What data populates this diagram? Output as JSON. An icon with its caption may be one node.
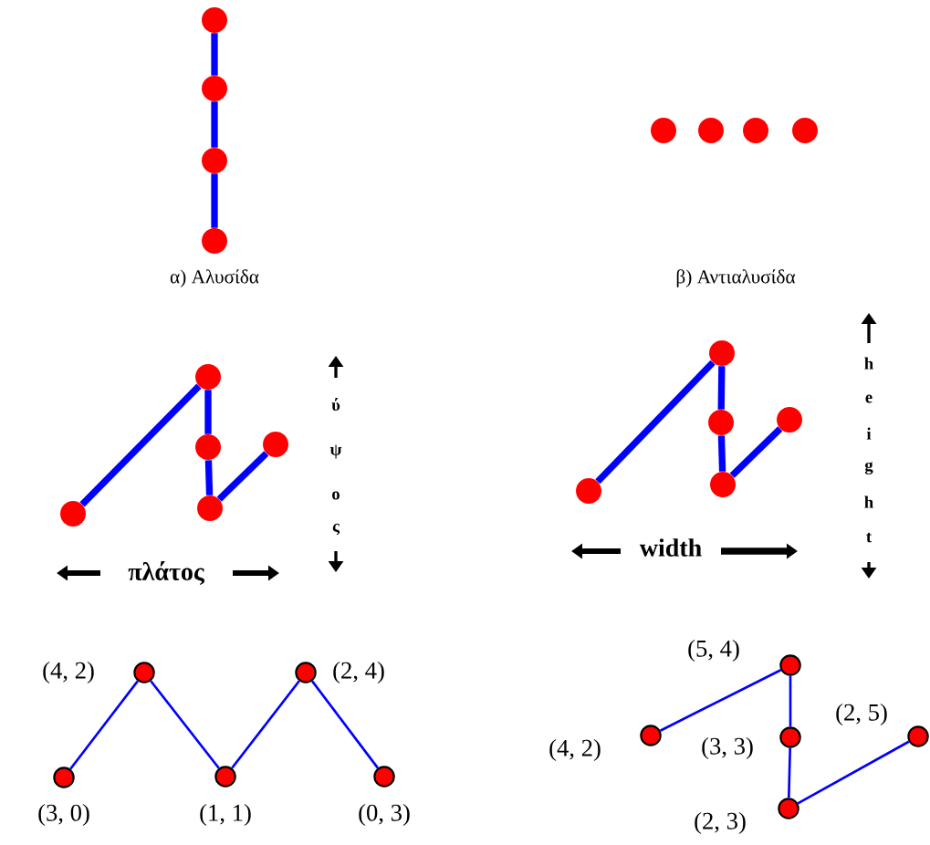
{
  "diagram": {
    "nodes": [
      {
        "text": [],
        "shape": "circle"
      },
      {
        "text": [],
        "shape": "circle"
      },
      {
        "text": [],
        "shape": "circle"
      },
      {
        "text": [],
        "shape": "circle"
      },
      {
        "text": [],
        "shape": "circle"
      },
      {
        "text": [],
        "shape": "circle"
      },
      {
        "text": [],
        "shape": "circle"
      },
      {
        "text": [],
        "shape": "circle"
      },
      {
        "text": [],
        "shape": "circle"
      },
      {
        "text": [],
        "shape": "circle"
      },
      {
        "text": [],
        "shape": "circle"
      },
      {
        "text": [],
        "shape": "circle"
      },
      {
        "text": [],
        "shape": "circle"
      },
      {
        "text": [],
        "shape": "circle"
      },
      {
        "text": [],
        "shape": "circle"
      },
      {
        "text": [],
        "shape": "circle"
      },
      {
        "text": [],
        "shape": "circle"
      },
      {
        "text": [],
        "shape": "circle"
      },
      {
        "text": [],
        "shape": "circle",
        "beside": [
          "(3, 0)"
        ]
      },
      {
        "text": [],
        "shape": "circle",
        "beside": [
          "(4, 2)"
        ]
      },
      {
        "text": [],
        "shape": "circle",
        "beside": [
          "(1, 1)"
        ]
      },
      {
        "text": [],
        "shape": "circle",
        "beside": [
          "(2, 4)"
        ]
      },
      {
        "text": [],
        "shape": "circle",
        "beside": [
          "(0, 3)"
        ]
      },
      {
        "text": [],
        "shape": "circle",
        "beside": [
          "(4, 2)"
        ]
      },
      {
        "text": [],
        "shape": "circle",
        "beside": [
          "(5, 4)"
        ]
      },
      {
        "text": [],
        "shape": "circle",
        "beside": [
          "(3, 3)"
        ]
      },
      {
        "text": [],
        "shape": "circle",
        "beside": [
          "(2, 3)"
        ]
      },
      {
        "text": [],
        "shape": "circle",
        "beside": [
          "(2, 5)"
        ]
      }
    ],
    "edges": [
      {
        "from": 0,
        "to": 1,
        "arrow": "none"
      },
      {
        "from": 1,
        "to": 2,
        "arrow": "none"
      },
      {
        "from": 2,
        "to": 3,
        "arrow": "none"
      },
      {
        "from": 8,
        "to": 9,
        "arrow": "none"
      },
      {
        "from": 9,
        "to": 10,
        "arrow": "none"
      },
      {
        "from": 10,
        "to": 11,
        "arrow": "none"
      },
      {
        "from": 11,
        "to": 12,
        "arrow": "none"
      },
      {
        "from": 13,
        "to": 14,
        "arrow": "none"
      },
      {
        "from": 14,
        "to": 15,
        "arrow": "none"
      },
      {
        "from": 15,
        "to": 16,
        "arrow": "none"
      },
      {
        "from": 16,
        "to": 17,
        "arrow": "none"
      },
      {
        "from": 18,
        "to": 19,
        "arrow": "none"
      },
      {
        "from": 19,
        "to": 20,
        "arrow": "none"
      },
      {
        "from": 20,
        "to": 21,
        "arrow": "none"
      },
      {
        "from": 21,
        "to": 22,
        "arrow": "none"
      },
      {
        "from": 23,
        "to": 24,
        "arrow": "none"
      },
      {
        "from": 24,
        "to": 25,
        "arrow": "none"
      },
      {
        "from": 25,
        "to": 26,
        "arrow": "none"
      },
      {
        "from": 26,
        "to": 27,
        "arrow": "none"
      }
    ],
    "labels": [
      "α) Αλυσίδα",
      "β) Αντιαλυσίδα",
      "ύ",
      "ψ",
      "ο",
      "ς",
      "πλάτος",
      "h",
      "e",
      "i",
      "g",
      "h",
      "t",
      "width"
    ]
  }
}
